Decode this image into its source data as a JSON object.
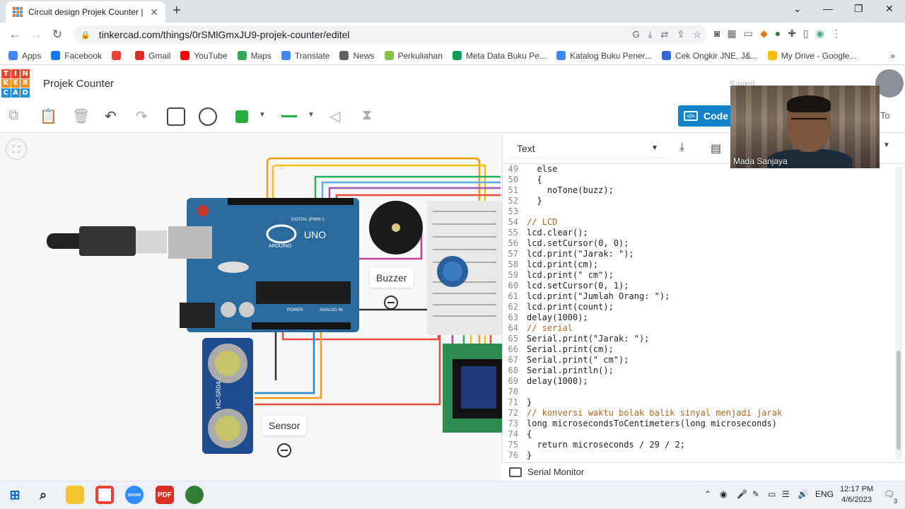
{
  "browser": {
    "tab_title": "Circuit design Projek Counter | Ti",
    "url": "tinkercad.com/things/0rSMlGmxJU9-projek-counter/editel",
    "bookmarks": [
      {
        "label": "Apps",
        "color": "#4285f4"
      },
      {
        "label": "Facebook",
        "color": "#1877f2"
      },
      {
        "label": "",
        "color": "#ea4335"
      },
      {
        "label": "Gmail",
        "color": "#d93025"
      },
      {
        "label": "YouTube",
        "color": "#ff0000"
      },
      {
        "label": "Maps",
        "color": "#34a853"
      },
      {
        "label": "Translate",
        "color": "#4285f4"
      },
      {
        "label": "News",
        "color": "#5f6368"
      },
      {
        "label": "Perkuliahan",
        "color": "#8bc34a"
      },
      {
        "label": "Meta Data Buku Pe...",
        "color": "#0f9d58"
      },
      {
        "label": "Katalog Buku Pener...",
        "color": "#4285f4"
      },
      {
        "label": "Cek Ongkir JNE, J&...",
        "color": "#3367d6"
      },
      {
        "label": "My Drive - Google...",
        "color": "#fbbc04"
      }
    ]
  },
  "app": {
    "logo_letters": [
      "TIN",
      "KER",
      "CAD"
    ],
    "project_title": "Projek Counter",
    "saved_status": "Saved",
    "code_button": "Code",
    "to_label": "To"
  },
  "canvas": {
    "labels": {
      "buzzer": "Buzzer",
      "sensor": "Sensor"
    },
    "board_text": {
      "uno": "UNO",
      "arduino": "ARDUINO",
      "digital": "DIGITAL (PWM~)",
      "power": "POWER",
      "analog": "ANALOG IN",
      "sensor_model": "HC-SR04"
    }
  },
  "code_panel": {
    "mode": "Text",
    "serial_monitor": "Serial Monitor",
    "lines": [
      {
        "n": "49",
        "t": "  else",
        "k": "kw"
      },
      {
        "n": "50",
        "t": "  {",
        "k": "text"
      },
      {
        "n": "51",
        "t": "    noTone(buzz);",
        "k": "text"
      },
      {
        "n": "52",
        "t": "  }",
        "k": "text"
      },
      {
        "n": "53",
        "t": "",
        "k": "text"
      },
      {
        "n": "54",
        "t": "// LCD",
        "k": "comment"
      },
      {
        "n": "55",
        "t": "lcd.clear();",
        "k": "text"
      },
      {
        "n": "56",
        "t": "lcd.setCursor(0, 0);",
        "k": "text"
      },
      {
        "n": "57",
        "t": "lcd.print(\"Jarak: \");",
        "k": "text"
      },
      {
        "n": "58",
        "t": "lcd.print(cm);",
        "k": "text"
      },
      {
        "n": "59",
        "t": "lcd.print(\" cm\");",
        "k": "text"
      },
      {
        "n": "60",
        "t": "lcd.setCursor(0, 1);",
        "k": "text"
      },
      {
        "n": "61",
        "t": "lcd.print(\"Jumlah Orang: \");",
        "k": "text"
      },
      {
        "n": "62",
        "t": "lcd.print(count);",
        "k": "text"
      },
      {
        "n": "63",
        "t": "delay(1000);",
        "k": "text"
      },
      {
        "n": "64",
        "t": "// serial",
        "k": "comment"
      },
      {
        "n": "65",
        "t": "Serial.print(\"Jarak: \");",
        "k": "text"
      },
      {
        "n": "66",
        "t": "Serial.print(cm);",
        "k": "text"
      },
      {
        "n": "67",
        "t": "Serial.print(\" cm\");",
        "k": "text"
      },
      {
        "n": "68",
        "t": "Serial.println();",
        "k": "text"
      },
      {
        "n": "69",
        "t": "delay(1000);",
        "k": "text"
      },
      {
        "n": "70",
        "t": "",
        "k": "text"
      },
      {
        "n": "71",
        "t": "}",
        "k": "text"
      },
      {
        "n": "72",
        "t": "// konversi waktu bolak balik sinyal menjadi jarak",
        "k": "comment"
      },
      {
        "n": "73",
        "t": "long microsecondsToCentimeters(long microseconds)",
        "k": "text"
      },
      {
        "n": "74",
        "t": "{",
        "k": "text"
      },
      {
        "n": "75",
        "t": "  return microseconds / 29 / 2;",
        "k": "kw"
      },
      {
        "n": "76",
        "t": "}",
        "k": "text"
      }
    ]
  },
  "webcam": {
    "participant": "Mada Sanjaya"
  },
  "taskbar": {
    "language": "ENG",
    "time": "12:17 PM",
    "date": "4/6/2023",
    "notifications": "3"
  }
}
